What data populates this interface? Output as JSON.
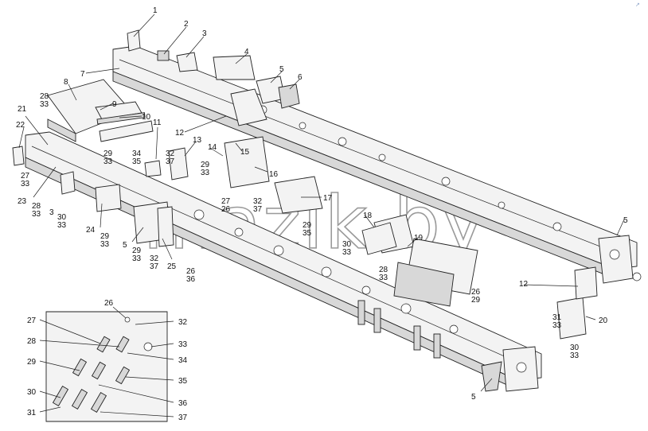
{
  "watermark": "mazik.by",
  "callouts": [
    {
      "id": "c1",
      "text": "1"
    },
    {
      "id": "c2",
      "text": "2"
    },
    {
      "id": "c3",
      "text": "3"
    },
    {
      "id": "c4",
      "text": "4"
    },
    {
      "id": "c5a",
      "text": "5"
    },
    {
      "id": "c6",
      "text": "6"
    },
    {
      "id": "c7",
      "text": "7"
    },
    {
      "id": "c8",
      "text": "8"
    },
    {
      "id": "c9",
      "text": "9"
    },
    {
      "id": "c10",
      "text": "10"
    },
    {
      "id": "c11",
      "text": "11"
    },
    {
      "id": "c12a",
      "text": "12"
    },
    {
      "id": "c13",
      "text": "13"
    },
    {
      "id": "c14",
      "text": "14"
    },
    {
      "id": "c15",
      "text": "15"
    },
    {
      "id": "c16",
      "text": "16"
    },
    {
      "id": "c17",
      "text": "17"
    },
    {
      "id": "c18",
      "text": "18"
    },
    {
      "id": "c19",
      "text": "19"
    },
    {
      "id": "c5b",
      "text": "5"
    },
    {
      "id": "c12b",
      "text": "12"
    },
    {
      "id": "c20",
      "text": "20"
    },
    {
      "id": "c5c",
      "text": "5"
    },
    {
      "id": "c5d",
      "text": "5"
    },
    {
      "id": "c21",
      "text": "21"
    },
    {
      "id": "c22",
      "text": "22"
    },
    {
      "id": "c23",
      "text": "23"
    },
    {
      "id": "c24",
      "text": "24"
    },
    {
      "id": "c25",
      "text": "25"
    },
    {
      "id": "c3b",
      "text": "3"
    },
    {
      "id": "f2833a",
      "text": "28\n33"
    },
    {
      "id": "f2933a",
      "text": "29\n33"
    },
    {
      "id": "f2733a",
      "text": "27\n33"
    },
    {
      "id": "f2833b",
      "text": "28\n33"
    },
    {
      "id": "f3033a",
      "text": "30\n33"
    },
    {
      "id": "f3435",
      "text": "34\n35"
    },
    {
      "id": "f3237a",
      "text": "32\n37"
    },
    {
      "id": "f2933b",
      "text": "29\n33"
    },
    {
      "id": "f2726",
      "text": "27\n26"
    },
    {
      "id": "f3237b",
      "text": "32\n37"
    },
    {
      "id": "f2935a",
      "text": "29\n35"
    },
    {
      "id": "f3033b",
      "text": "30\n33"
    },
    {
      "id": "f2833c",
      "text": "28\n33"
    },
    {
      "id": "f2629",
      "text": "26\n29"
    },
    {
      "id": "f2933c",
      "text": "29\n33"
    },
    {
      "id": "f2933d",
      "text": "29\n33"
    },
    {
      "id": "f3237c",
      "text": "32\n37"
    },
    {
      "id": "f2636",
      "text": "26\n36"
    },
    {
      "id": "f3133",
      "text": "31\n33"
    },
    {
      "id": "f3033c",
      "text": "30\n33"
    }
  ],
  "inset": {
    "labels_left": [
      "27",
      "28",
      "29",
      "30",
      "31"
    ],
    "labels_right": [
      "32",
      "33",
      "34",
      "35",
      "36",
      "37"
    ],
    "label_top": "26"
  }
}
